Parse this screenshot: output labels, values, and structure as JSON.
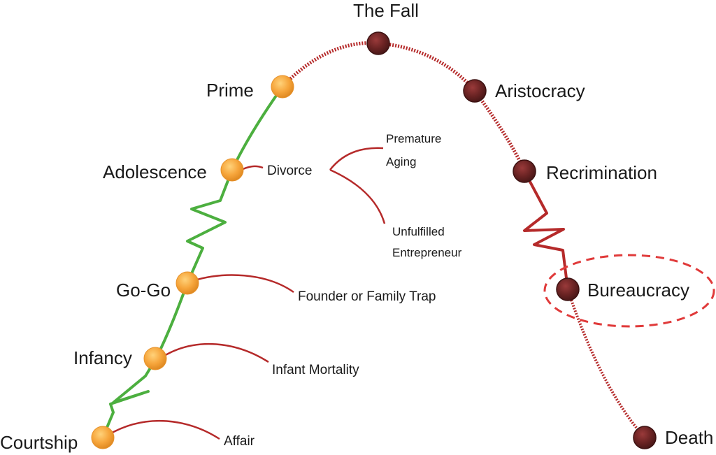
{
  "stages": {
    "courtship": "Courtship",
    "infancy": "Infancy",
    "gogo": "Go-Go",
    "adolescence": "Adolescence",
    "prime": "Prime",
    "the_fall": "The Fall",
    "aristocracy": "Aristocracy",
    "recrimination": "Recrimination",
    "bureaucracy": "Bureaucracy",
    "death": "Death"
  },
  "pitfalls": {
    "affair": "Affair",
    "infant_mortality": "Infant Mortality",
    "founder_trap": "Founder or Family Trap",
    "divorce": "Divorce",
    "premature_aging_line1": "Premature",
    "premature_aging_line2": "Aging",
    "unfulfilled_line1": "Unfulfilled",
    "unfulfilled_line2": "Entrepreneur"
  },
  "colors": {
    "growth": "#4caf3f",
    "decline": "#b52a2a",
    "growth_node": "#f5a23a",
    "decline_node": "#6e2424"
  }
}
